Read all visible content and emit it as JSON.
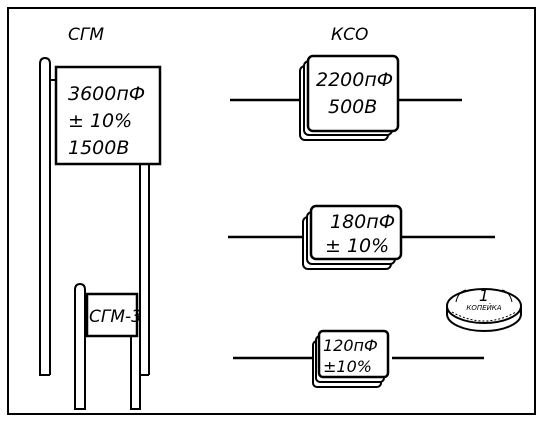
{
  "headers": {
    "sgm": "СГМ",
    "kso": "КСО"
  },
  "cap_sgm_large": {
    "line1": "3600пФ",
    "line2": "± 10%",
    "line3": "1500В"
  },
  "cap_sgm3": {
    "label": "СГМ-3"
  },
  "cap_kso_large": {
    "line1": "2200пФ",
    "line2": "500В"
  },
  "cap_kso_mid": {
    "line1": "180пФ",
    "line2": "± 10%"
  },
  "cap_kso_small": {
    "line1": "120пФ",
    "line2": "±10%"
  },
  "coin": {
    "numeral": "1",
    "word": "КОПЕЙКА"
  }
}
